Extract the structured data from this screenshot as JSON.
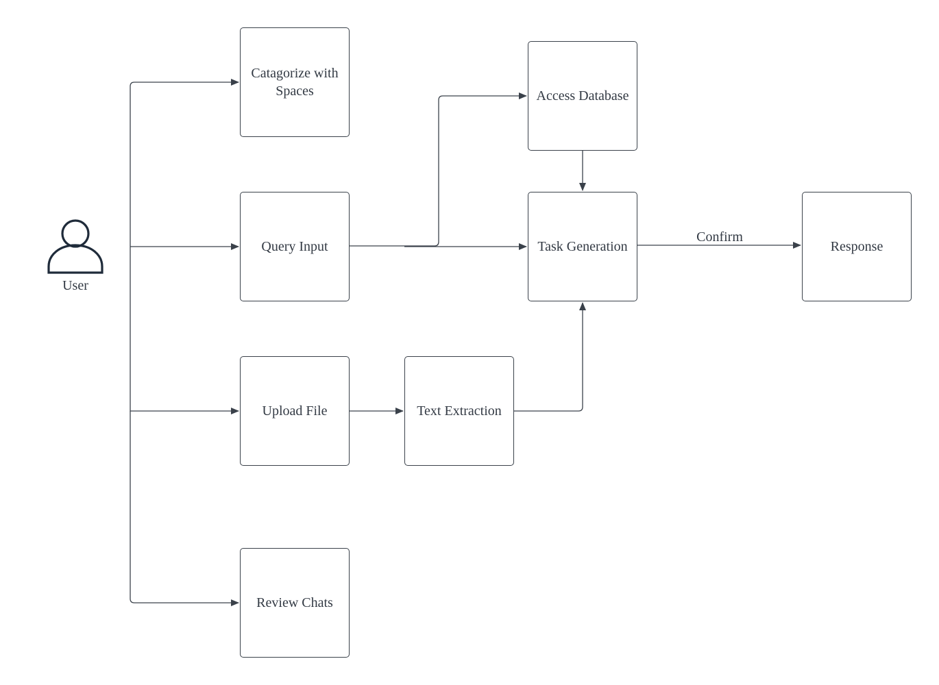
{
  "diagram": {
    "actor": {
      "label": "User"
    },
    "nodes": {
      "categorize": "Catagorize with Spaces",
      "query_input": "Query Input",
      "upload_file": "Upload File",
      "review_chats": "Review Chats",
      "text_extraction": "Text Extraction",
      "access_database": "Access Database",
      "task_generation": "Task Generation",
      "response": "Response"
    },
    "edge_labels": {
      "confirm": "Confirm"
    },
    "colors": {
      "stroke": "#3a414a",
      "icon": "#1f2b3a",
      "text": "#333a44",
      "background": "#ffffff"
    }
  }
}
